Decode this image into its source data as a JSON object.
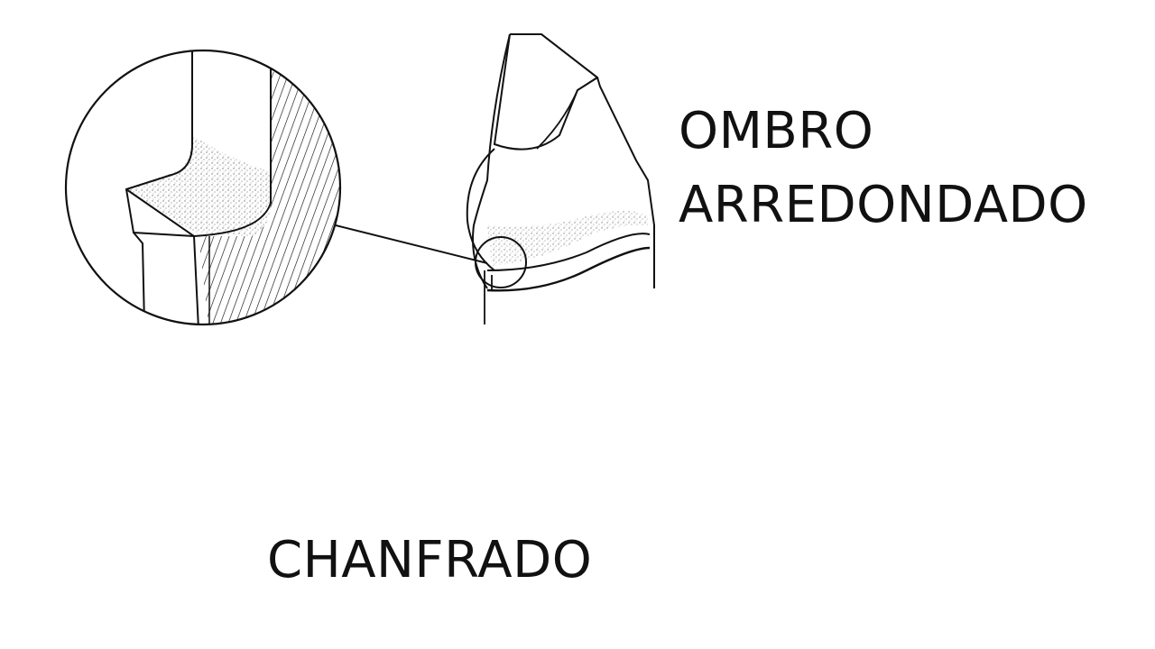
{
  "labels": {
    "shoulder_line_1": "OMBRO",
    "shoulder_line_2": "ARREDONDADO",
    "chamfer": "CHANFRADO"
  },
  "colors": {
    "line": "#111111",
    "background": "#ffffff",
    "stipple": "#555555"
  }
}
